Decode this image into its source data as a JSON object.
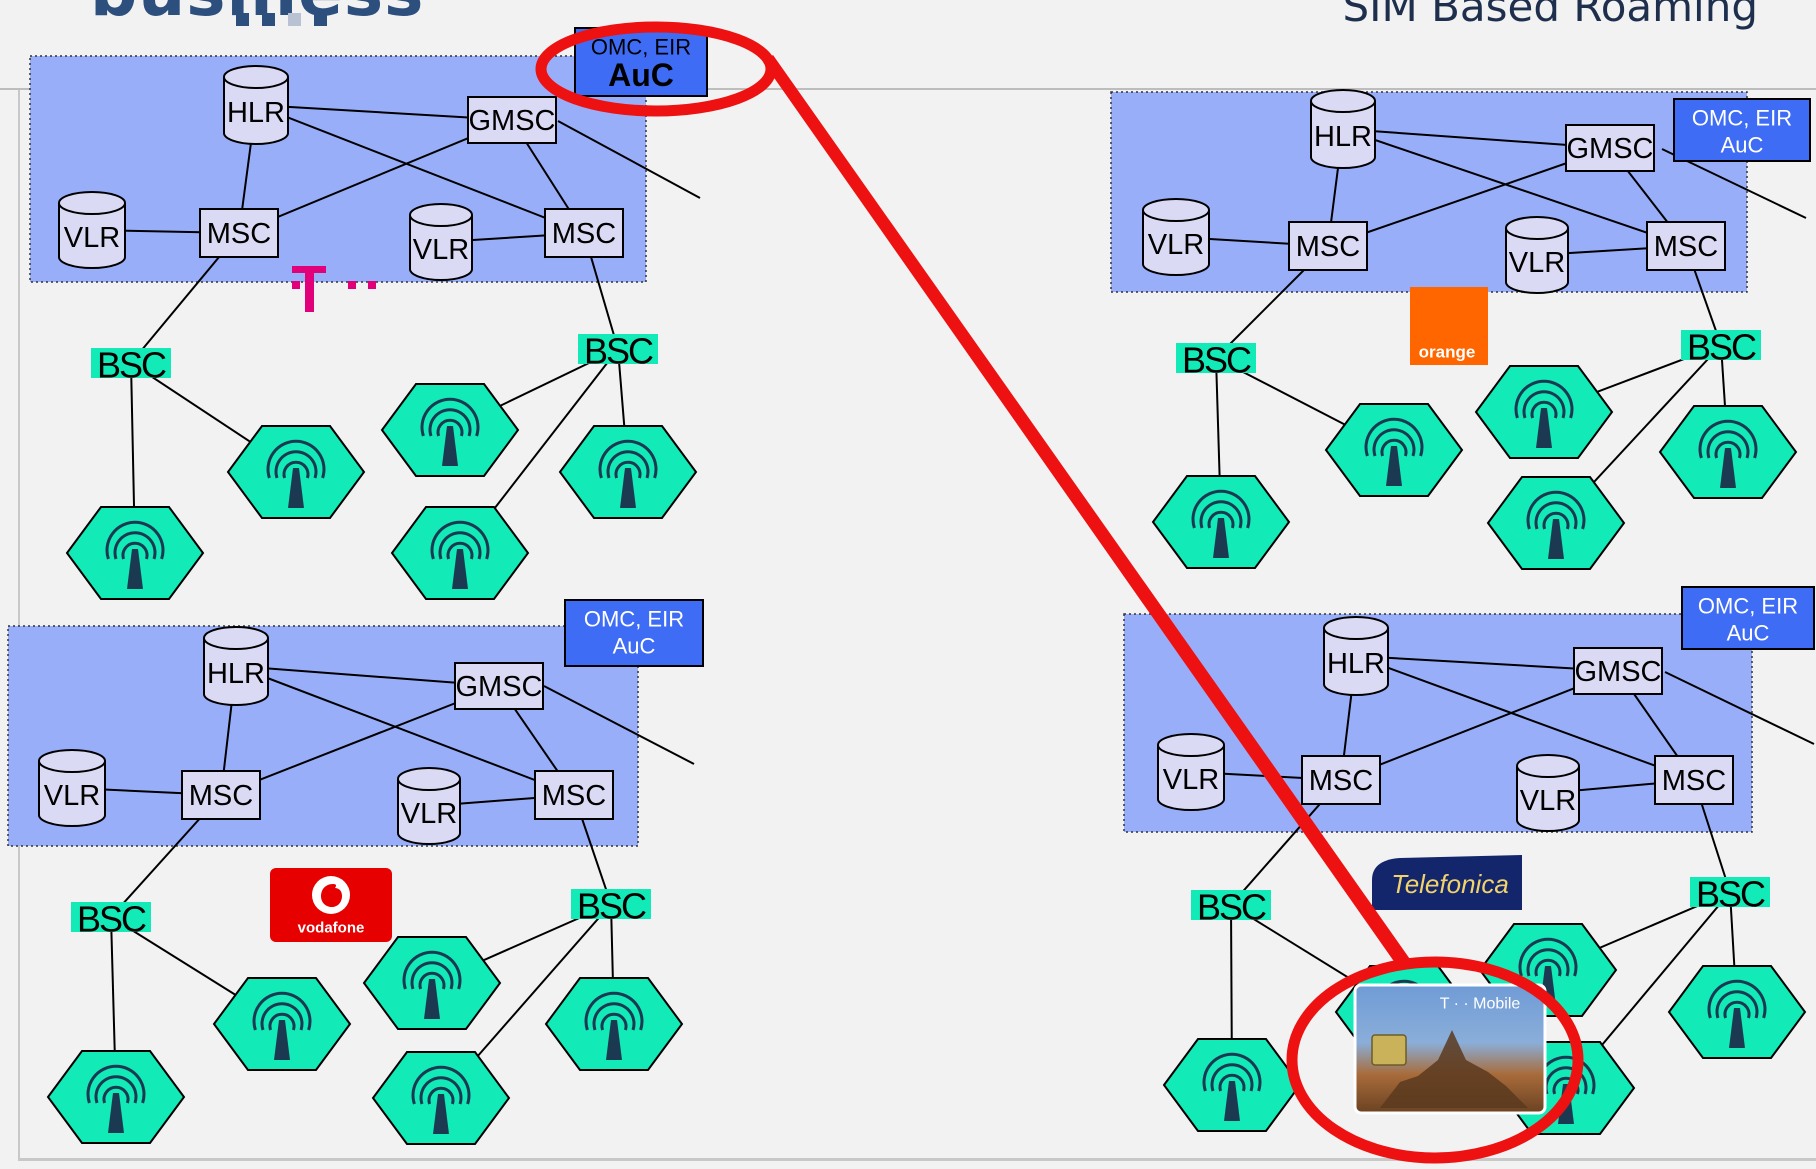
{
  "header": {
    "brand": "business",
    "title": "SIM Based Roaming"
  },
  "labels": {
    "hlr": "HLR",
    "gmsc": "GMSC",
    "msc": "MSC",
    "vlr": "VLR",
    "bsc": "BSC",
    "omc_line1": "OMC, EIR",
    "auc": "AuC"
  },
  "networks": [
    {
      "operator": "T-Mobile (Germany)",
      "logo": "telekom-logo",
      "position": "top-left",
      "auc_highlighted": true
    },
    {
      "operator": "Orange",
      "logo": "orange-logo",
      "logo_text": "orange",
      "position": "top-right"
    },
    {
      "operator": "Vodafone",
      "logo": "vodafone-logo",
      "logo_text": "vodafone",
      "position": "bottom-left"
    },
    {
      "operator": "Telefonica",
      "logo": "telefonica-logo",
      "logo_text": "Telefonica",
      "position": "bottom-right"
    }
  ],
  "sim_card": {
    "brand_text": "T · · Mobile",
    "description": "roaming SIM card inserted in visited network"
  },
  "colors": {
    "core_fill": "#99aef8",
    "omc_fill": "#3f6cf5",
    "node_fill": "#dadaf4",
    "bts_fill": "#12eab8",
    "bsc_fill": "#12eab8",
    "highlight": "#ee1111",
    "telekom_magenta": "#e2007a",
    "orange": "#ff6600",
    "vodafone": "#e60000",
    "telefonica_blue": "#13256b"
  }
}
